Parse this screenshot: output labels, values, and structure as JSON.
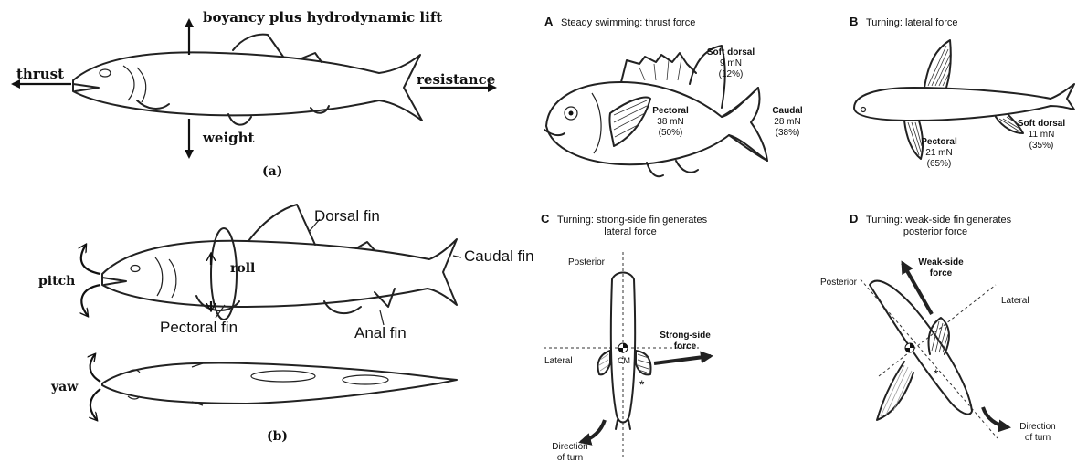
{
  "panel_a": {
    "top_label": "boyancy plus hydrodynamic lift",
    "left_label": "thrust",
    "right_label": "resistance",
    "bottom_label": "weight",
    "caption": "(a)"
  },
  "panel_b": {
    "dorsal": "Dorsal fin",
    "caudal": "Caudal fin",
    "roll": "roll",
    "pitch": "pitch",
    "pectoral": "Pectoral fin",
    "anal": "Anal fin",
    "yaw": "yaw",
    "caption": "(b)"
  },
  "panel_A": {
    "letter": "A",
    "title": "Steady swimming: thrust force",
    "soft_dorsal": [
      "Soft dorsal",
      "9 mN",
      "(12%)"
    ],
    "pectoral": [
      "Pectoral",
      "38 mN",
      "(50%)"
    ],
    "caudal": [
      "Caudal",
      "28 mN",
      "(38%)"
    ]
  },
  "panel_B": {
    "letter": "B",
    "title": "Turning: lateral force",
    "pectoral": [
      "Pectoral",
      "21 mN",
      "(65%)"
    ],
    "soft_dorsal": [
      "Soft dorsal",
      "11 mN",
      "(35%)"
    ]
  },
  "panel_C": {
    "letter": "C",
    "title_1": "Turning: strong-side fin generates",
    "title_2": "lateral force",
    "posterior": "Posterior",
    "lateral": "Lateral",
    "cm": "CM",
    "force_1": "Strong-side",
    "force_2": "force",
    "star": "*",
    "direction_1": "Direction",
    "direction_2": "of turn"
  },
  "panel_D": {
    "letter": "D",
    "title_1": "Turning: weak-side fin generates",
    "title_2": "posterior force",
    "posterior": "Posterior",
    "lateral": "Lateral",
    "force_1": "Weak-side",
    "force_2": "force",
    "star": "*",
    "direction_1": "Direction",
    "direction_2": "of turn"
  }
}
